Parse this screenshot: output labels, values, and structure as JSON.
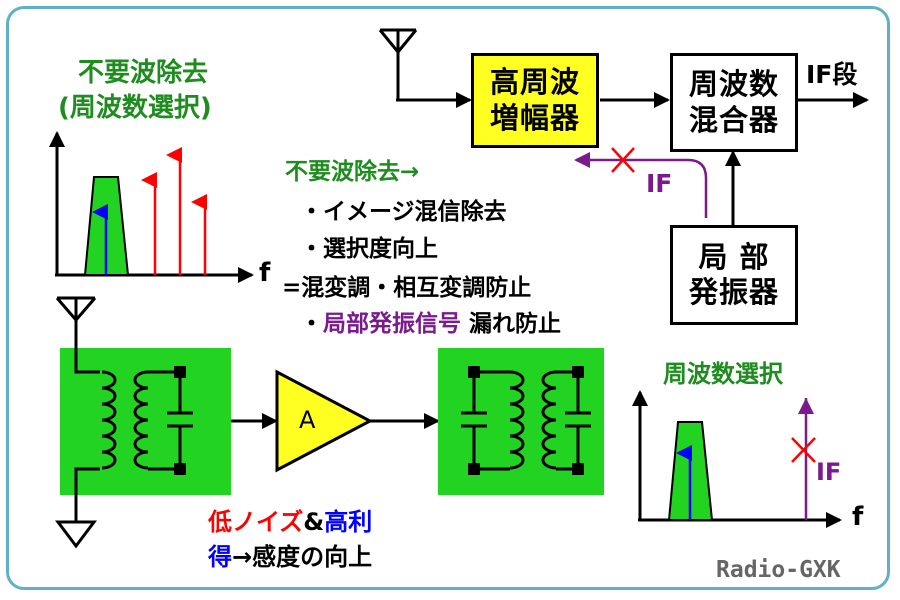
{
  "top_filter": {
    "title_line1": "不要波除去",
    "title_line2": "(周波数選択)",
    "axis_f": "f"
  },
  "blocks": {
    "rf_amp": {
      "line1": "高周波",
      "line2": "増幅器"
    },
    "mixer": {
      "line1": "周波数",
      "line2": "混合器"
    },
    "lo": {
      "line1": "局 部",
      "line2": "発振器"
    },
    "if_out": "IF段",
    "if_leak": "IF"
  },
  "notes": {
    "heading": "不要波除去→",
    "item1": "・イメージ混信除去",
    "item2": "・選択度向上",
    "item3": "=混変調・相互変調防止",
    "item4_bullet": "・",
    "item4_purple": "局部発振信号",
    "item4_rest": " 漏れ防止"
  },
  "amplifier": {
    "label": "A"
  },
  "bottom_caption": {
    "part1_red": "低ノイズ",
    "part2": "&",
    "part3_blue": "高利",
    "part4_blue": "得",
    "part5": "→感度の向上"
  },
  "bottom_filter": {
    "title": "周波数選択",
    "if_label": "IF",
    "axis_f": "f"
  },
  "watermark": "Radio-GXK",
  "colors": {
    "green_fill": "#22d322",
    "yellow_fill": "#ffff22",
    "label_green": "#1e8c1e",
    "red": "#ff0000",
    "blue": "#0000ff",
    "purple": "#7a1a8c",
    "frame": "#5fb0c8"
  }
}
